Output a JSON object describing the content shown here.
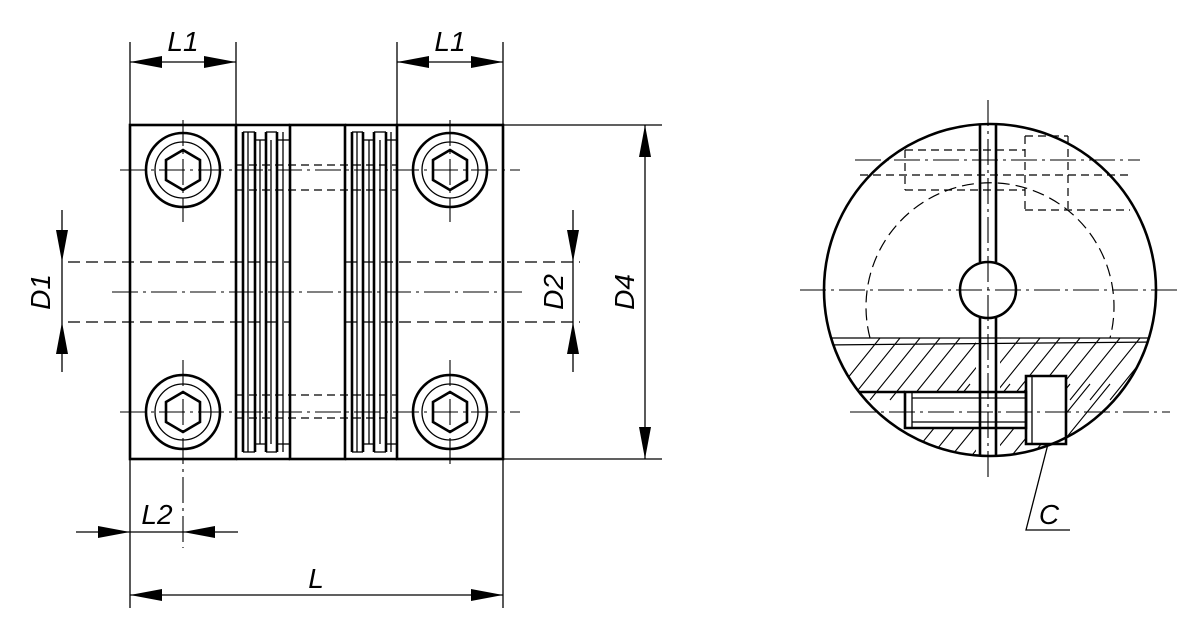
{
  "labels": {
    "l1_left": "L1",
    "l1_right": "L1",
    "l2": "L2",
    "l": "L",
    "d1": "D1",
    "d2": "D2",
    "d4": "D4",
    "c": "C"
  }
}
